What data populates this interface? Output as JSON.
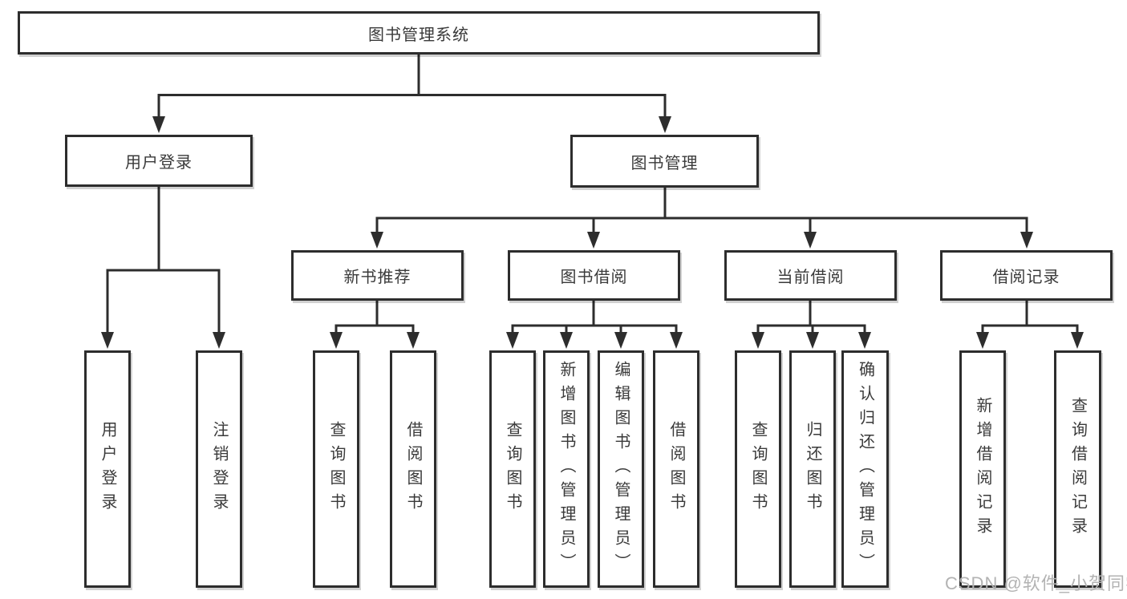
{
  "diagram": {
    "root": {
      "label": "图书管理系统"
    },
    "level2": [
      {
        "label": "用户登录"
      },
      {
        "label": "图书管理"
      }
    ],
    "level3": [
      {
        "label": "新书推荐"
      },
      {
        "label": "图书借阅"
      },
      {
        "label": "当前借阅"
      },
      {
        "label": "借阅记录"
      }
    ],
    "leaves": {
      "user_login": [
        {
          "label": "用户登录"
        },
        {
          "label": "注销登录"
        }
      ],
      "new_book": [
        {
          "label": "查询图书"
        },
        {
          "label": "借阅图书"
        }
      ],
      "book_borrow": [
        {
          "label": "查询图书"
        },
        {
          "label": "新增图书（管理员）"
        },
        {
          "label": "编辑图书（管理员）"
        },
        {
          "label": "借阅图书"
        }
      ],
      "current_borrow": [
        {
          "label": "查询图书"
        },
        {
          "label": "归还图书"
        },
        {
          "label": "确认归还（管理员）"
        }
      ],
      "borrow_record": [
        {
          "label": "新增借阅记录"
        },
        {
          "label": "查询借阅记录"
        }
      ]
    },
    "watermark": "CSDN @软件_小贺同学",
    "colors": {
      "line": "#2d2d2d",
      "text": "#3a3a3a",
      "watermark": "#b3b3b3"
    }
  }
}
